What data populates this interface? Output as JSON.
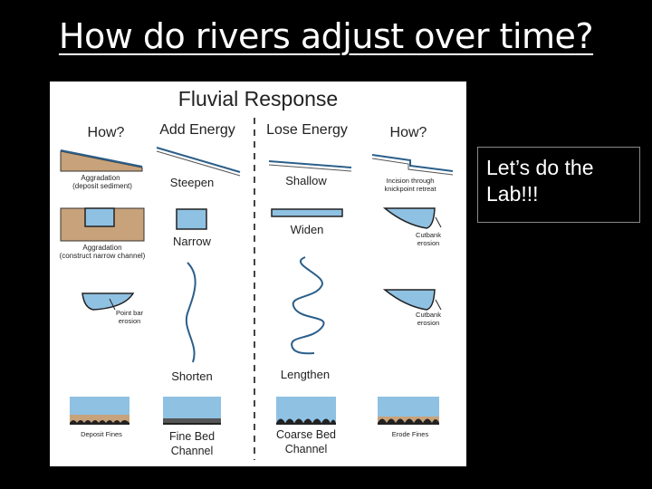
{
  "slide": {
    "title": "How do rivers adjust over time?",
    "callout": "Let’s do the Lab!!!"
  },
  "figure": {
    "title": "Fluvial Response",
    "headers": {
      "how_left": "How?",
      "add_energy": "Add Energy",
      "lose_energy": "Lose Energy",
      "how_right": "How?"
    },
    "labels": {
      "aggradation_slope": "Aggradation",
      "aggradation_slope_sub": "(deposit sediment)",
      "steepen": "Steepen",
      "shallow": "Shallow",
      "incision": "Incision through",
      "incision_sub": "knickpoint retreat",
      "aggradation_narrow": "Aggradation",
      "aggradation_narrow_sub": "(construct narrow channel)",
      "narrow": "Narrow",
      "widen": "Widen",
      "cutbank_1": "Cutbank",
      "cutbank_1_sub": "erosion",
      "point_bar": "Point bar",
      "point_bar_sub": "erosion",
      "cutbank_2": "Cutbank",
      "cutbank_2_sub": "erosion",
      "shorten": "Shorten",
      "lengthen": "Lengthen",
      "deposit_fines": "Deposit Fines",
      "fine_bed_1": "Fine Bed",
      "fine_bed_2": "Channel",
      "coarse_bed_1": "Coarse Bed",
      "coarse_bed_2": "Channel",
      "erode_fines": "Erode Fines"
    },
    "colors": {
      "water": "#8fc1e3",
      "sediment": "#c8a27a",
      "line": "#2b5f8a",
      "divider": "#444444"
    }
  }
}
